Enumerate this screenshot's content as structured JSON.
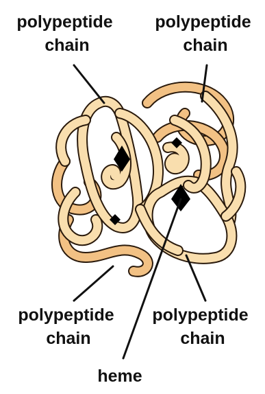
{
  "labels": {
    "top_left": [
      "polypeptide",
      "chain"
    ],
    "top_right": [
      "polypeptide",
      "chain"
    ],
    "bottom_left": [
      "polypeptide",
      "chain"
    ],
    "bottom_right": [
      "polypeptide",
      "chain"
    ],
    "heme": "heme"
  },
  "colors": {
    "chain_light": "#f9deae",
    "chain_dark": "#f2c184",
    "outline": "#2a1a0c",
    "heme": "#000000",
    "text": "#111111"
  }
}
